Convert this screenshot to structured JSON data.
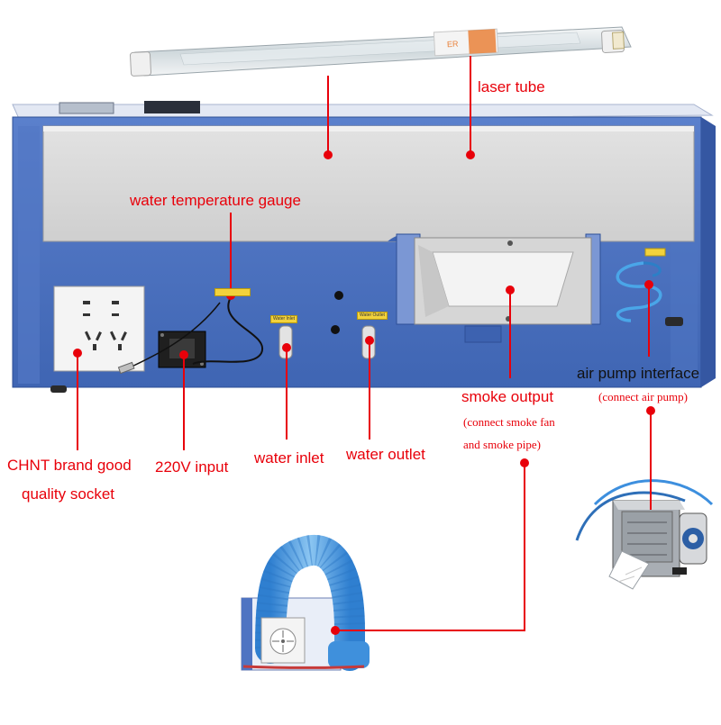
{
  "labels": {
    "laser_tube": "laser tube",
    "water_temperature_gauge": "water temperature gauge",
    "air_pump_interface": "air pump interface",
    "connect_air_pump": "(connect air pump)",
    "smoke_output": "smoke output",
    "connect_smoke_fan": "(connect smoke fan",
    "and_smoke_pipe": "and smoke pipe)",
    "socket_line1": "CHNT brand good",
    "socket_line2": "quality socket",
    "input_220v": "220V input",
    "water_inlet": "water inlet",
    "water_outlet": "water outlet"
  },
  "tube_text": "ER",
  "machine_tags": {
    "water_inlet_tag": "Water Inlet",
    "water_outlet_tag": "Water Outlet"
  },
  "colors": {
    "label_red": "#e8000a",
    "machine_blue": "#4f75c4",
    "panel_grey": "#d9d9d9",
    "hose_blue": "#5aa7e8"
  }
}
